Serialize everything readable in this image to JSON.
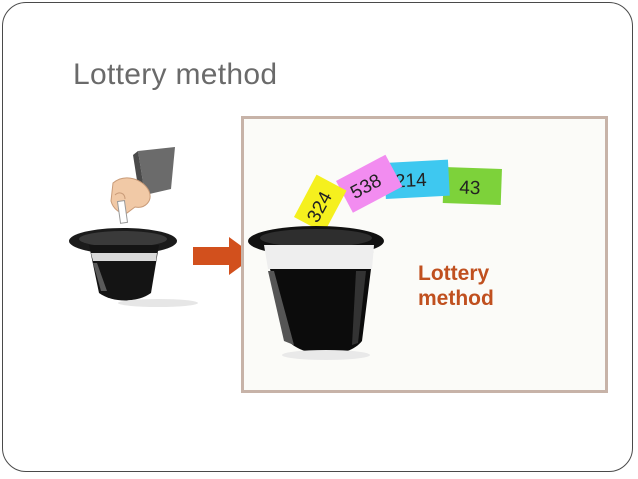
{
  "slide": {
    "title": "Lottery method",
    "caption_line1": "Lottery",
    "caption_line2": "method",
    "tickets": [
      "324",
      "538",
      "214",
      "43"
    ]
  },
  "colors": {
    "title_text": "#6a6a6a",
    "caption_text": "#c0501f",
    "arrow": "#d2501d",
    "frame_border": "#c7b3a8",
    "ticket_yellow": "#f5f01e",
    "ticket_pink": "#f28cf0",
    "ticket_cyan": "#3ec8f0",
    "ticket_green": "#7dd23a"
  },
  "icons": [
    "hand-dropping-slip-icon",
    "top-hat-icon",
    "right-arrow-icon",
    "magic-hat-icon"
  ]
}
